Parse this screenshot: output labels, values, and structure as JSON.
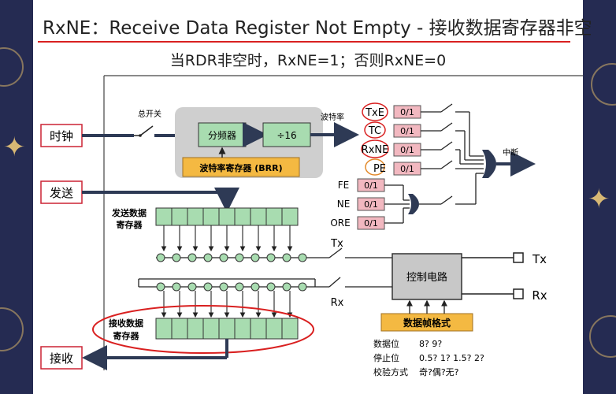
{
  "slide": {
    "title": "RxNE：Receive Data Register Not Empty - 接收数据寄存器非空",
    "subtitle": "当RDR非空时，RxNE=1；否则RxNE=0"
  },
  "diagram": {
    "inputs": {
      "clock": "时钟",
      "send": "发送",
      "receive": "接收"
    },
    "main_switch": "总开关",
    "divider": "分频器",
    "div16": "÷16",
    "baud_rate_label": "波特率",
    "brr": "波特率寄存器 (BRR)",
    "flags": [
      "TxE",
      "TC",
      "RxNE",
      "PE"
    ],
    "error_flags": [
      "FE",
      "NE",
      "ORE"
    ],
    "flag_value": "0/1",
    "interrupt": "中断",
    "tdr_label": "发送数据寄存器",
    "rdr_label": "接收数据寄存器",
    "tx_switch": "Tx",
    "rx_switch": "Rx",
    "control": "控制电路",
    "pin_tx": "Tx",
    "pin_rx": "Rx",
    "frame_format": "数据帧格式",
    "format_rows": [
      {
        "name": "数据位",
        "value": "8? 9?"
      },
      {
        "name": "停止位",
        "value": "0.5? 1? 1.5? 2?"
      },
      {
        "name": "校验方式",
        "value": "奇?偶?无?"
      }
    ]
  },
  "colors": {
    "accent_red": "#d92020",
    "register_green": "#a8dcb0",
    "brr_orange": "#f4b942",
    "flag_pink": "#f2b8c0"
  }
}
